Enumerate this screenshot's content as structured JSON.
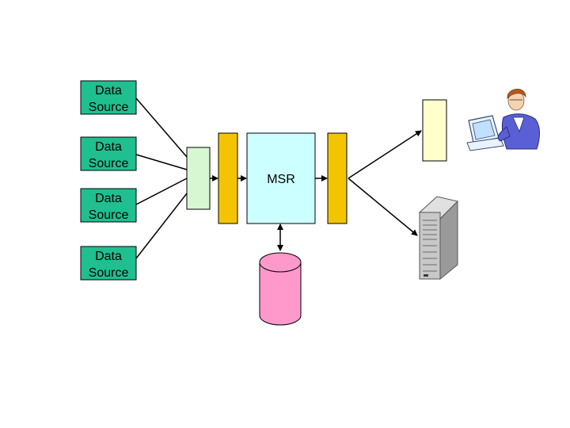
{
  "sources": [
    {
      "line1": "Data",
      "line2": "Source"
    },
    {
      "line1": "Data",
      "line2": "Source"
    },
    {
      "line1": "Data",
      "line2": "Source"
    },
    {
      "line1": "Data",
      "line2": "Source"
    }
  ],
  "center": {
    "label": "MSR"
  },
  "colors": {
    "source_fill": "#1fbf8f",
    "staging_fill": "#d6f7d2",
    "adapter_fill": "#f5c400",
    "msr_fill": "#ccffff",
    "database_fill": "#ff99cc",
    "display_fill": "#ffffcc",
    "connector": "#000000"
  },
  "icons": {
    "user": "user-at-computer-icon",
    "server": "server-tower-icon",
    "database": "database-cylinder-icon"
  }
}
